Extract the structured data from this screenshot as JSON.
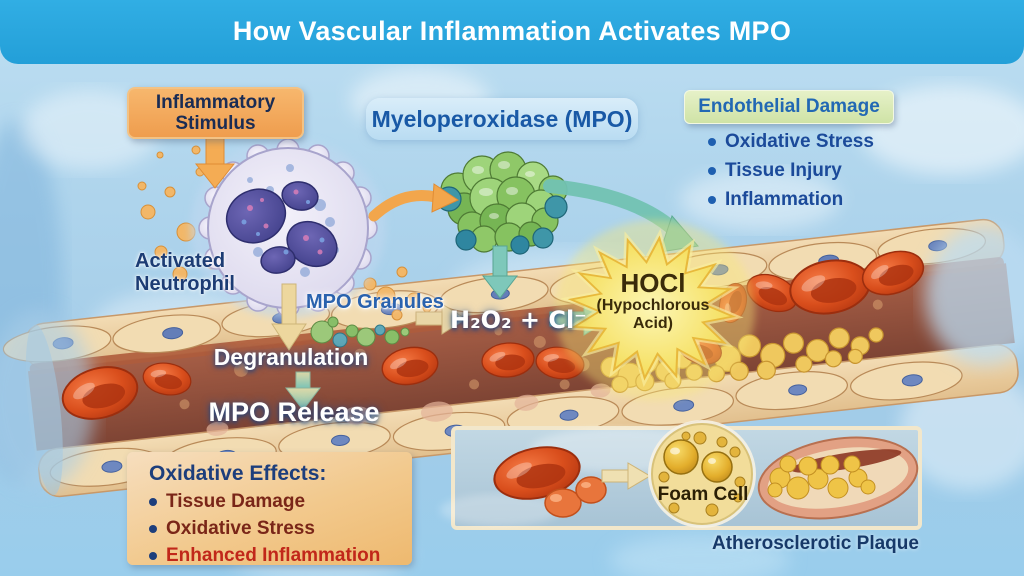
{
  "title": "How Vascular Inflammation Activates MPO",
  "stimulus": {
    "line1": "Inflammatory",
    "line2": "Stimulus"
  },
  "mpo_label": "Myeloperoxidase (MPO)",
  "neutrophil": {
    "line1": "Activated",
    "line2": "Neutrophil"
  },
  "granules_label": "MPO Granules",
  "degranulation_label": "Degranulation",
  "mpo_release_label": "MPO Release",
  "reaction_label": "H₂O₂ + Cl⁻",
  "hocl": {
    "line1": "HOCl",
    "line2": "(Hypochlorous",
    "line3": "Acid)"
  },
  "endothelial_damage": {
    "title": "Endothelial Damage",
    "items": [
      "Oxidative Stress",
      "Tissue Injury",
      "Inflammation"
    ]
  },
  "oxidative_effects": {
    "title": "Oxidative Effects:",
    "items": [
      "Tissue Damage",
      "Oxidative Stress",
      "Enhanced Inflammation"
    ]
  },
  "inset": {
    "foam_cell_label": "Foam Cell",
    "caption": "Atherosclerotic Plaque"
  },
  "colors": {
    "title_bar": "#2aa8df",
    "stimulus_box": "#f2a65a",
    "endothelial_box": "#d8e8b4",
    "hocl_star": "#f5de55",
    "mpo_cluster_green": "#7fbc5e",
    "teal_arrow": "#72c2b2",
    "orange_arrow": "#f2a64c",
    "vessel_wall": "#eed3a8",
    "rbc_red": "#d64a1e",
    "plaque_yellow": "#efc85e"
  }
}
